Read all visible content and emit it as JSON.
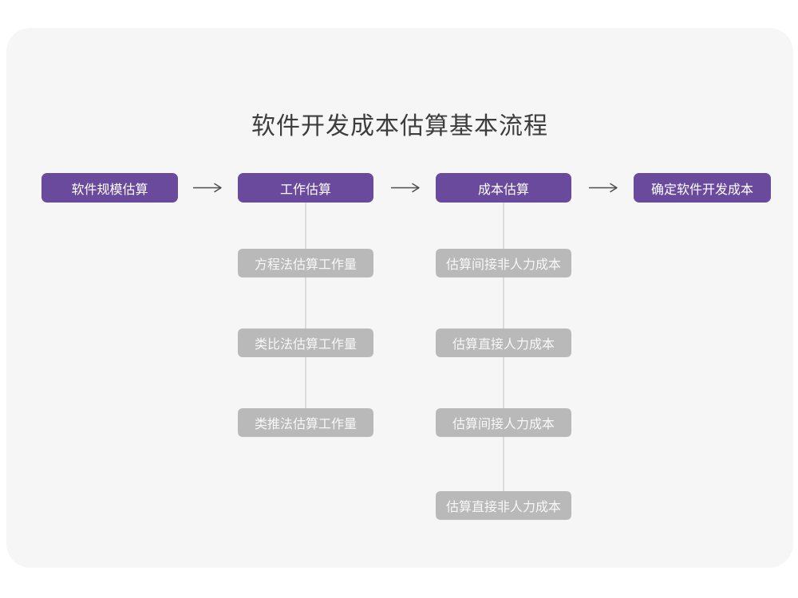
{
  "title": "软件开发成本估算基本流程",
  "colors": {
    "accent_purple": "#6a4a9d",
    "sub_node_gray": "#b9b9b9",
    "card_background": "#f6f6f7",
    "connector_line": "#dcdcdc",
    "arrow": "#4d4d4d"
  },
  "flow": {
    "arrow_icon": "→",
    "stages": [
      {
        "label": "软件规模估算",
        "children": []
      },
      {
        "label": "工作估算",
        "children": [
          "方程法估算工作量",
          "类比法估算工作量",
          "类推法估算工作量"
        ]
      },
      {
        "label": "成本估算",
        "children": [
          "估算间接非人力成本",
          "估算直接人力成本",
          "估算间接人力成本",
          "估算直接非人力成本"
        ]
      },
      {
        "label": "确定软件开发成本",
        "children": []
      }
    ]
  }
}
